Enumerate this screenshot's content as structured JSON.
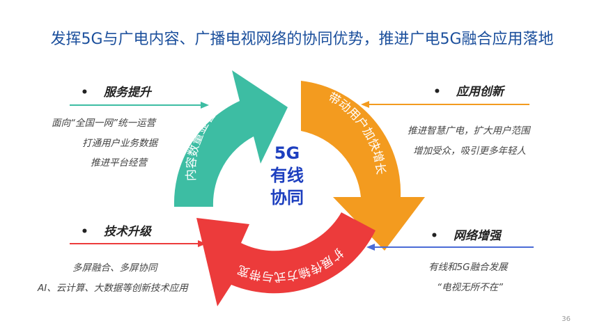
{
  "title": "发挥5G与广电内容、广播电视网络的协同优势，推进广电5G融合应用落地",
  "center": {
    "line1": "5G",
    "line2": "有线",
    "line3": "协同"
  },
  "cycle": {
    "teal": {
      "label": "内容数量显著增长",
      "color": "#3dbda3"
    },
    "orange": {
      "label": "带动用户加快增长",
      "color": "#f39b1f"
    },
    "red": {
      "label": "扩展传输方式与带宽",
      "color": "#ec3b3b"
    }
  },
  "sections": {
    "service": {
      "bullet": "•",
      "title": "服务提升",
      "items": [
        "面向“全国一网”统一运营",
        "打通用户业务数据",
        "推进平台经营"
      ],
      "color": "#3dbda3"
    },
    "application": {
      "bullet": "•",
      "title": "应用创新",
      "items": [
        "推进智慧广电，扩大用户范围",
        "增加受众，吸引更多年轻人"
      ],
      "color": "#f39b1f"
    },
    "technology": {
      "bullet": "•",
      "title": "技术升级",
      "items": [
        "多屏融合、多屏协同",
        "AI、云计算、大数据等创新技术应用"
      ],
      "color": "#ec3b3b"
    },
    "network": {
      "bullet": "•",
      "title": "网络增强",
      "items": [
        "有线和5G融合发展",
        "“电视无所不在”"
      ],
      "color": "#4a6bd6"
    }
  },
  "page_number": "36"
}
